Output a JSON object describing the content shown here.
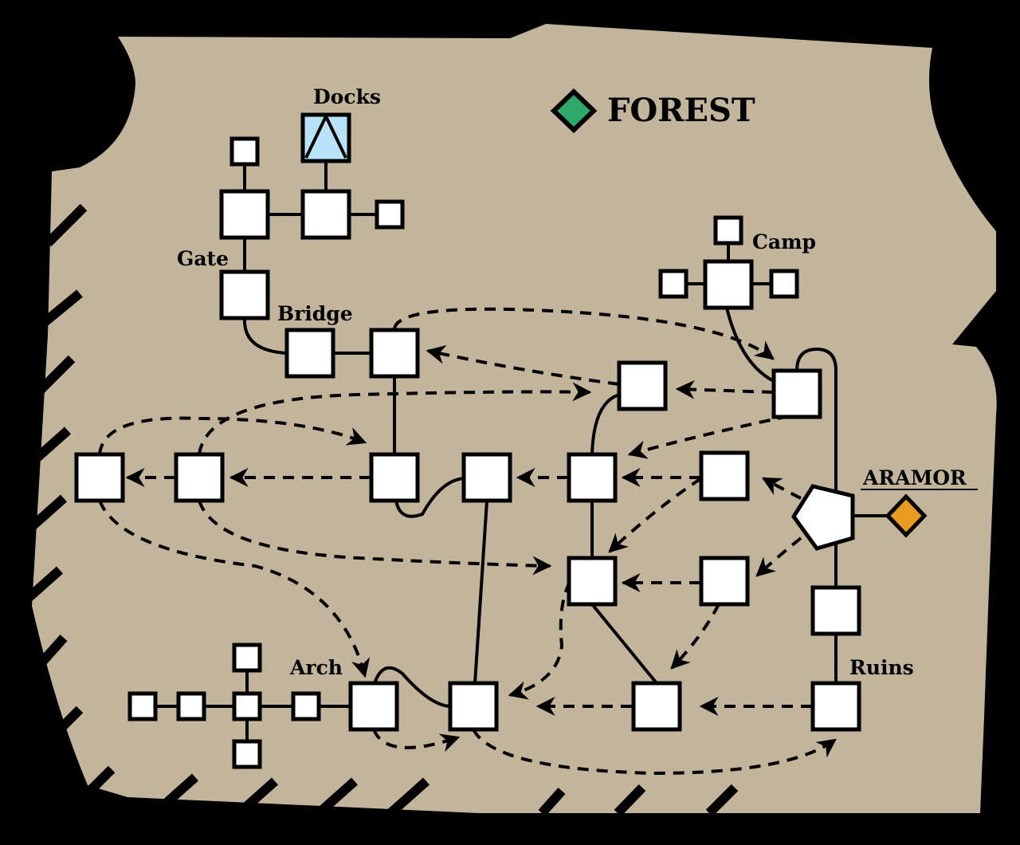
{
  "map": {
    "title": "FOREST",
    "region_label": "ARAMOR",
    "locations": {
      "docks": "Docks",
      "gate": "Gate",
      "bridge": "Bridge",
      "camp": "Camp",
      "arch": "Arch",
      "ruins": "Ruins"
    },
    "colors": {
      "parchment": "#C2B59B",
      "forest_marker": "#2DAA6A",
      "aramor_marker": "#E89B1E",
      "docks_fill": "#B8E2F8",
      "room_fill": "#FFFFFF"
    },
    "icons": {
      "forest_marker": "diamond-icon",
      "aramor_marker": "diamond-icon",
      "docks_symbol": "triangle-icon",
      "start_room": "pentagon-icon"
    }
  }
}
